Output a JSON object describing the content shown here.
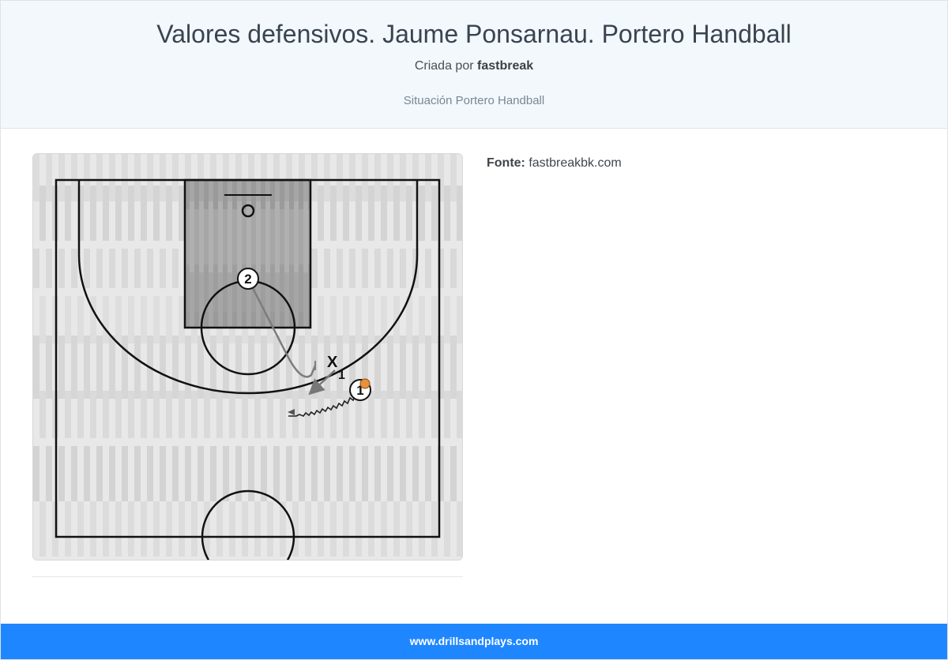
{
  "header": {
    "title": "Valores defensivos. Jaume Ponsarnau. Portero Handball",
    "author_prefix": "Criada por",
    "author_name": "fastbreak",
    "category": "Situación Portero Handball"
  },
  "diagram": {
    "players": [
      {
        "label": "2",
        "role": "offense"
      },
      {
        "label": "1",
        "role": "offense-with-ball"
      }
    ],
    "defenders": [
      {
        "marker": "X",
        "label": "1"
      }
    ],
    "colors": {
      "court_light": "#e6e6e6",
      "paint": "#a3a3a3",
      "lines": "#111111",
      "movement": "#7d7d7d",
      "ball": "#e8903a"
    }
  },
  "source": {
    "label": "Fonte:",
    "value": "fastbreakbk.com"
  },
  "footer": {
    "text": "www.drillsandplays.com"
  }
}
